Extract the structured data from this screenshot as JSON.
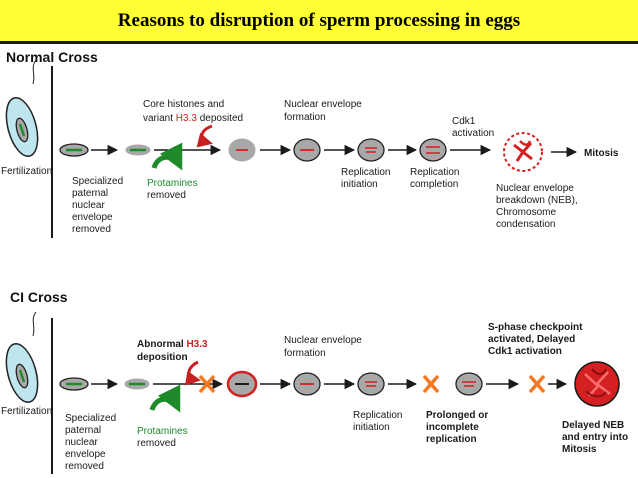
{
  "title": "Reasons to disruption of sperm processing in eggs",
  "normal": {
    "heading": "Normal Cross",
    "fertilization": "Fertilization",
    "removed_lines": [
      "Specialized",
      "paternal",
      "nuclear",
      "envelope",
      "removed"
    ],
    "protamines": "Protamines",
    "protamines_removed": "removed",
    "histones_l1": "Core histones and",
    "histones_l2a": "variant ",
    "histones_l2b": "H3.3",
    "histones_l2c": " deposited",
    "ne_formation": [
      "Nuclear envelope",
      "formation"
    ],
    "rep_init": [
      "Replication",
      "initiation"
    ],
    "rep_complete": [
      "Replication",
      "completion"
    ],
    "cdk1": [
      "Cdk1",
      "activation"
    ],
    "neb": [
      "Nuclear envelope",
      "breakdown (NEB),",
      "Chromosome",
      "condensation"
    ],
    "mitosis": "Mitosis"
  },
  "ci": {
    "heading": "CI Cross",
    "fertilization": "Fertilization",
    "removed_lines": [
      "Specialized",
      "paternal",
      "nuclear",
      "envelope",
      "removed"
    ],
    "protamines": "Protamines",
    "protamines_removed": "removed",
    "abnormal_l1a": "Abnormal ",
    "abnormal_l1b": "H3.3",
    "abnormal_l2": "deposition",
    "ne_formation": [
      "Nuclear envelope",
      "formation"
    ],
    "rep_init": [
      "Replication",
      "initiation"
    ],
    "prolonged": [
      "Prolonged or",
      "incomplete",
      "replication"
    ],
    "checkpoint": [
      "S-phase checkpoint",
      "activated, Delayed",
      "Cdk1 activation"
    ],
    "delayed": [
      "Delayed NEB",
      "and entry into",
      "Mitosis"
    ]
  },
  "colors": {
    "title_bg": "#ffff33",
    "nucleus_gray": "#a8a8a8",
    "chromatin_red": "#d42020",
    "protamine_green": "#1f8a2a",
    "block_orange": "#f07a20",
    "egg_fill": "#bfe6ef"
  }
}
